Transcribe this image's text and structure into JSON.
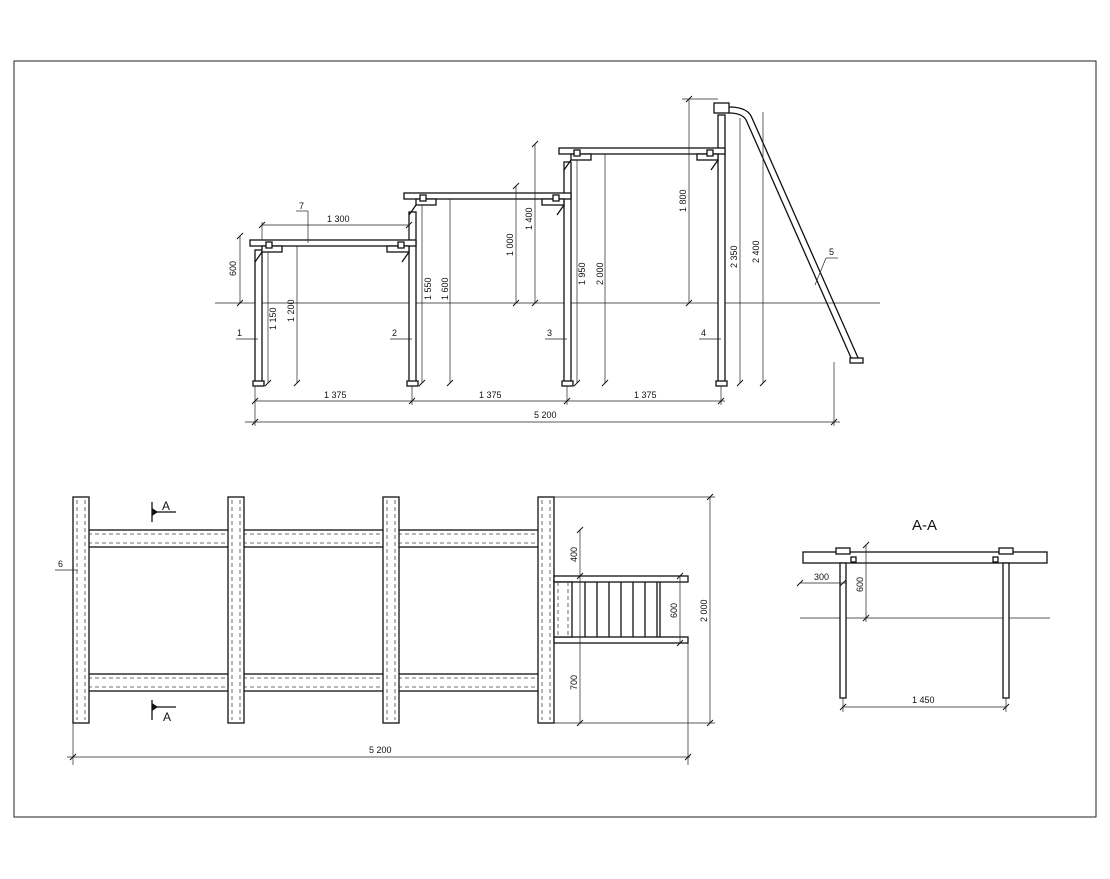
{
  "elevation": {
    "dims": {
      "top_span": "1 300",
      "h600": "600",
      "h1150": "1 150",
      "h1200": "1 200",
      "h1550": "1 550",
      "h1600": "1 600",
      "h1000": "1 000",
      "h1400": "1 400",
      "h1950": "1 950",
      "h2000": "2 000",
      "h1800": "1 800",
      "h2350": "2 350",
      "h2400": "2 400",
      "span1": "1 375",
      "span2": "1 375",
      "span3": "1 375",
      "total": "5 200"
    },
    "markers": {
      "m1": "1",
      "m2": "2",
      "m3": "3",
      "m4": "4",
      "m5": "5",
      "m7": "7"
    }
  },
  "plan": {
    "marker6": "6",
    "section_top": "A",
    "section_bottom": "A",
    "dims": {
      "d400": "400",
      "d600": "600",
      "d700": "700",
      "d2000": "2 000",
      "total": "5 200"
    }
  },
  "section": {
    "title": "A-A",
    "dims": {
      "d300": "300",
      "d600": "600",
      "d1450": "1 450"
    }
  }
}
